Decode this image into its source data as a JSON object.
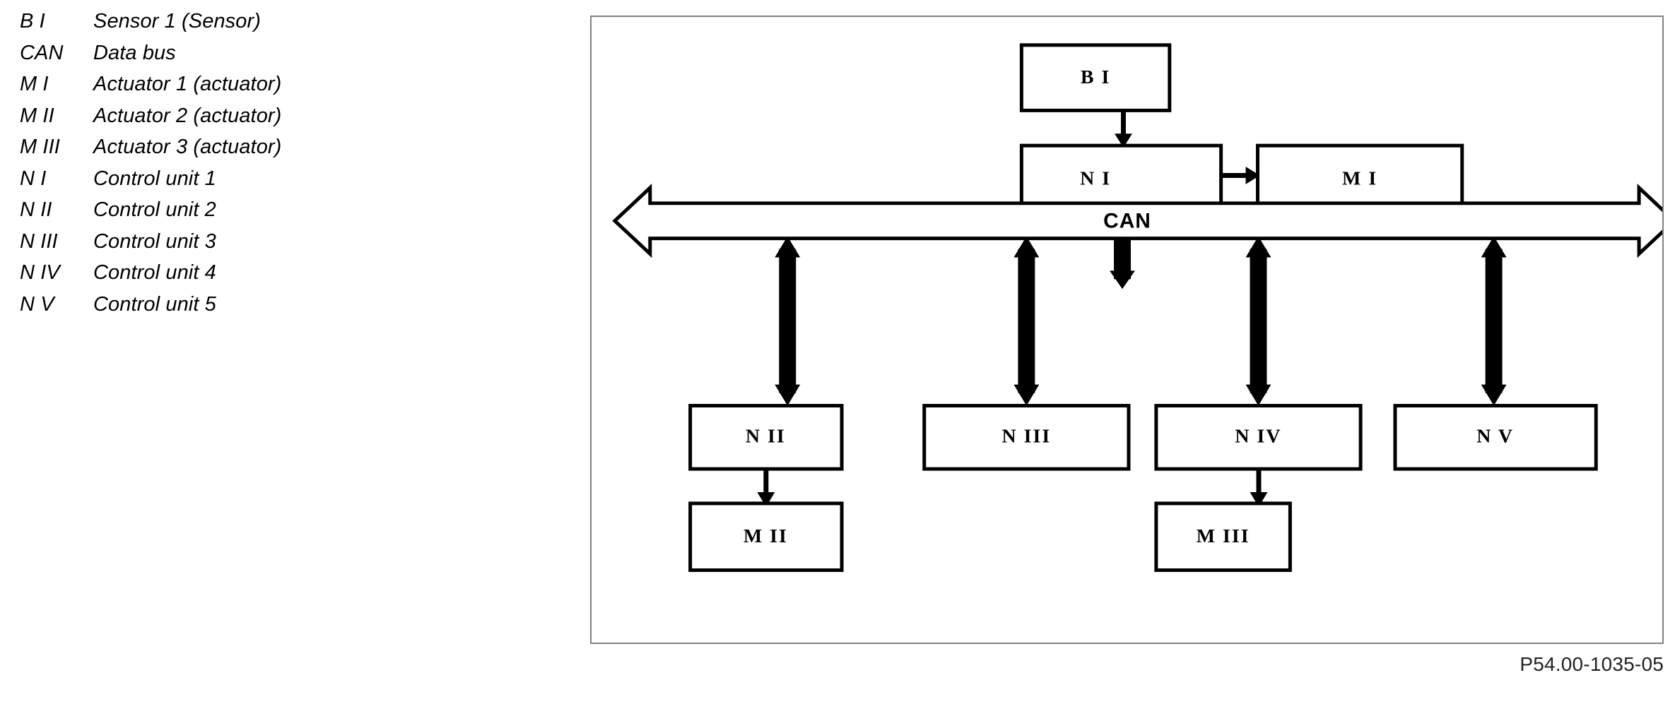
{
  "legend": {
    "items": [
      {
        "code": "B I",
        "desc": "Sensor 1 (Sensor)"
      },
      {
        "code": "CAN",
        "desc": "Data bus"
      },
      {
        "code": "M I",
        "desc": "Actuator 1 (actuator)"
      },
      {
        "code": "M II",
        "desc": "Actuator 2 (actuator)"
      },
      {
        "code": "M III",
        "desc": "Actuator 3 (actuator)"
      },
      {
        "code": "N I",
        "desc": "Control unit 1"
      },
      {
        "code": "N II",
        "desc": "Control unit 2"
      },
      {
        "code": "N III",
        "desc": "Control unit 3"
      },
      {
        "code": "N IV",
        "desc": "Control unit 4"
      },
      {
        "code": "N V",
        "desc": "Control unit 5"
      }
    ]
  },
  "diagram": {
    "bus_label": "CAN",
    "nodes": {
      "sensor_1": "B I",
      "control_unit_1": "N I",
      "actuator_1": "M I",
      "control_unit_2": "N II",
      "control_unit_3": "N III",
      "control_unit_4": "N IV",
      "control_unit_5": "N V",
      "actuator_2": "M II",
      "actuator_3": "M III"
    }
  },
  "caption": {
    "reference": "P54.00-1035-05"
  },
  "colors": {
    "stroke": "#000000",
    "frame": "#808080",
    "background": "#ffffff",
    "caption_text": "#222222"
  }
}
